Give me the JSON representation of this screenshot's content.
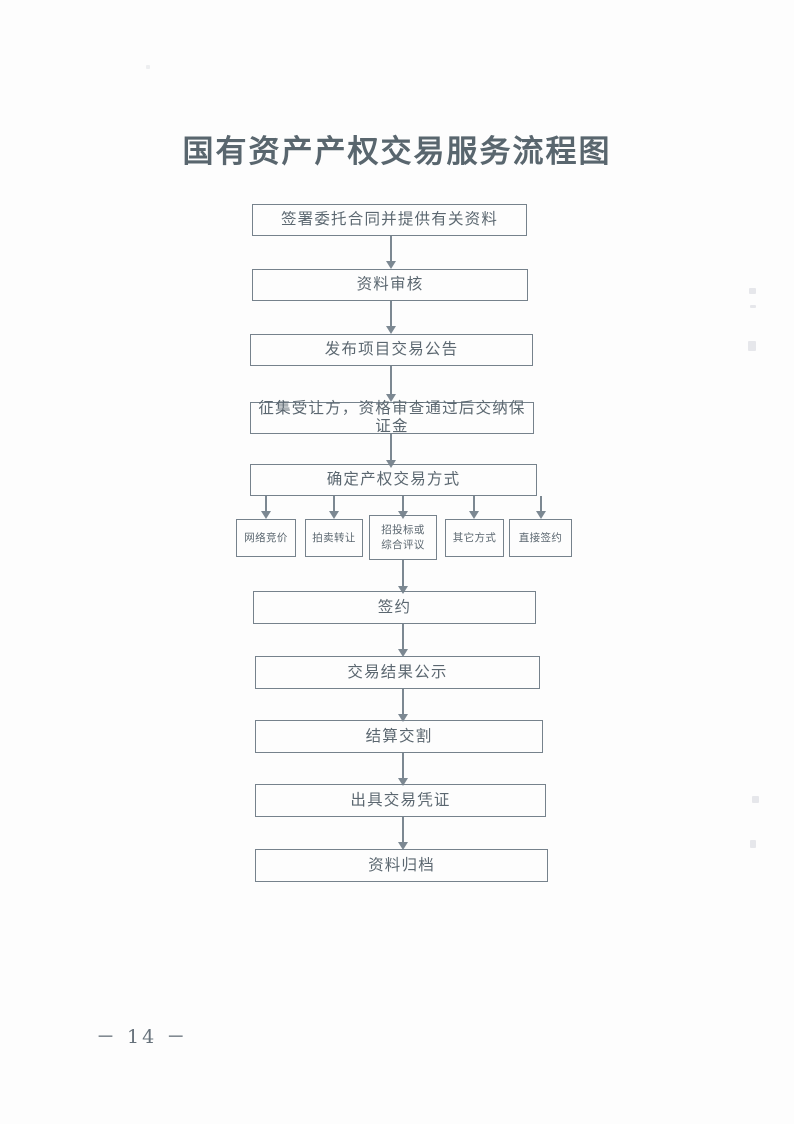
{
  "document": {
    "title": "国有资产产权交易服务流程图",
    "page_number": "－ 14 －"
  },
  "colors": {
    "text": "#5b6770",
    "box_border": "#76828c",
    "connector": "#7c8892",
    "page_background": "#fdfdfd"
  },
  "flow": {
    "main_steps": [
      {
        "id": "step-1",
        "label": "签署委托合同并提供有关资料"
      },
      {
        "id": "step-2",
        "label": "资料审核"
      },
      {
        "id": "step-3",
        "label": "发布项目交易公告"
      },
      {
        "id": "step-4",
        "label": "征集受让方，资格审查通过后交纳保证金"
      },
      {
        "id": "step-5",
        "label": "确定产权交易方式"
      }
    ],
    "branch_options": [
      {
        "id": "branch-1",
        "line1": "网络竞价",
        "line2": ""
      },
      {
        "id": "branch-2",
        "line1": "拍卖转让",
        "line2": ""
      },
      {
        "id": "branch-3",
        "line1": "招投标或",
        "line2": "综合评议"
      },
      {
        "id": "branch-4",
        "line1": "其它方式",
        "line2": ""
      },
      {
        "id": "branch-5",
        "line1": "直接签约",
        "line2": ""
      }
    ],
    "final_steps": [
      {
        "id": "step-6",
        "label": "签约"
      },
      {
        "id": "step-7",
        "label": "交易结果公示"
      },
      {
        "id": "step-8",
        "label": "结算交割"
      },
      {
        "id": "step-9",
        "label": "出具交易凭证"
      },
      {
        "id": "step-10",
        "label": "资料归档"
      }
    ]
  }
}
